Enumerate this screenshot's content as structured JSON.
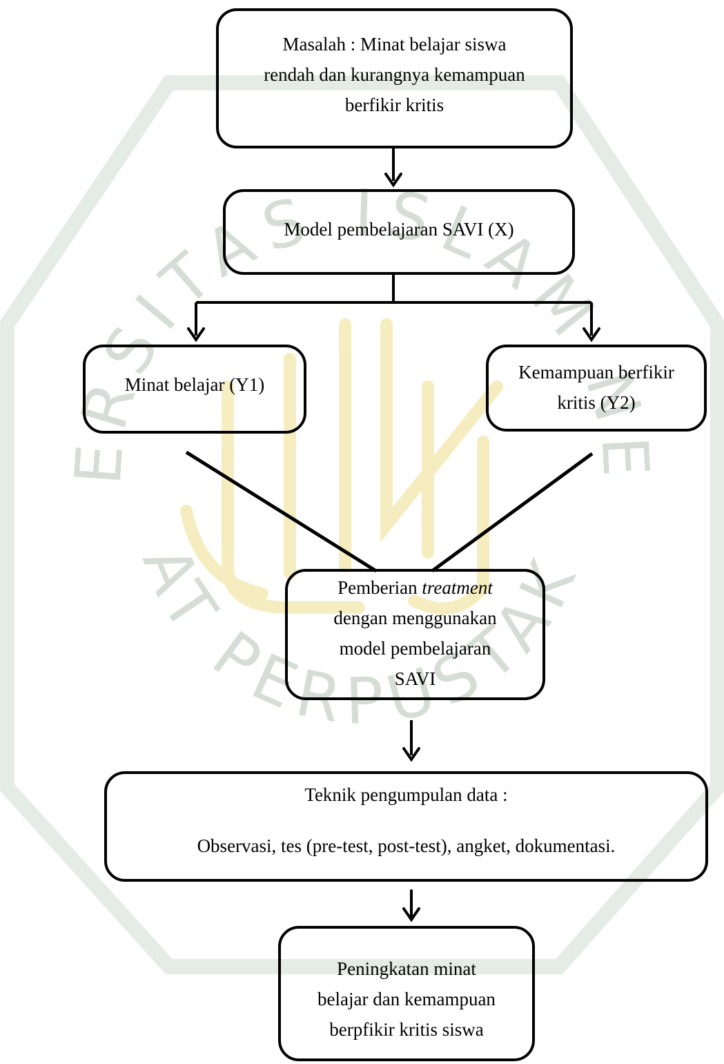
{
  "nodes": {
    "problem": {
      "lines": [
        "Masalah : Minat belajar siswa",
        "rendah dan kurangnya kemampuan",
        "berfikir kritis"
      ]
    },
    "model": {
      "label": "Model pembelajaran SAVI (X)"
    },
    "interest": {
      "label": "Minat belajar (Y1)"
    },
    "critical": {
      "lines": [
        "Kemampuan berfikir",
        "kritis (Y2)"
      ]
    },
    "treatment": {
      "line1_prefix": "Pemberian ",
      "line1_italic": "treatment",
      "lines": [
        "dengan menggunakan",
        "model pembelajaran",
        "SAVI"
      ]
    },
    "collection": {
      "title": "Teknik pengumpulan data :",
      "methods": "Observasi, tes (pre-test, post-test), angket, dokumentasi."
    },
    "outcome": {
      "lines": [
        "Peningkatan minat",
        "belajar dan kemampuan",
        "berpfikir kritis siswa"
      ]
    }
  },
  "watermark": {
    "arc_text_top": "UNIVERSITAS ISLAM NEGERI",
    "arc_text_bottom": "PUSAT PERPUSTAKAAN",
    "color": "#cfd8d0",
    "calligraphy_color": "#f3e7a2"
  }
}
